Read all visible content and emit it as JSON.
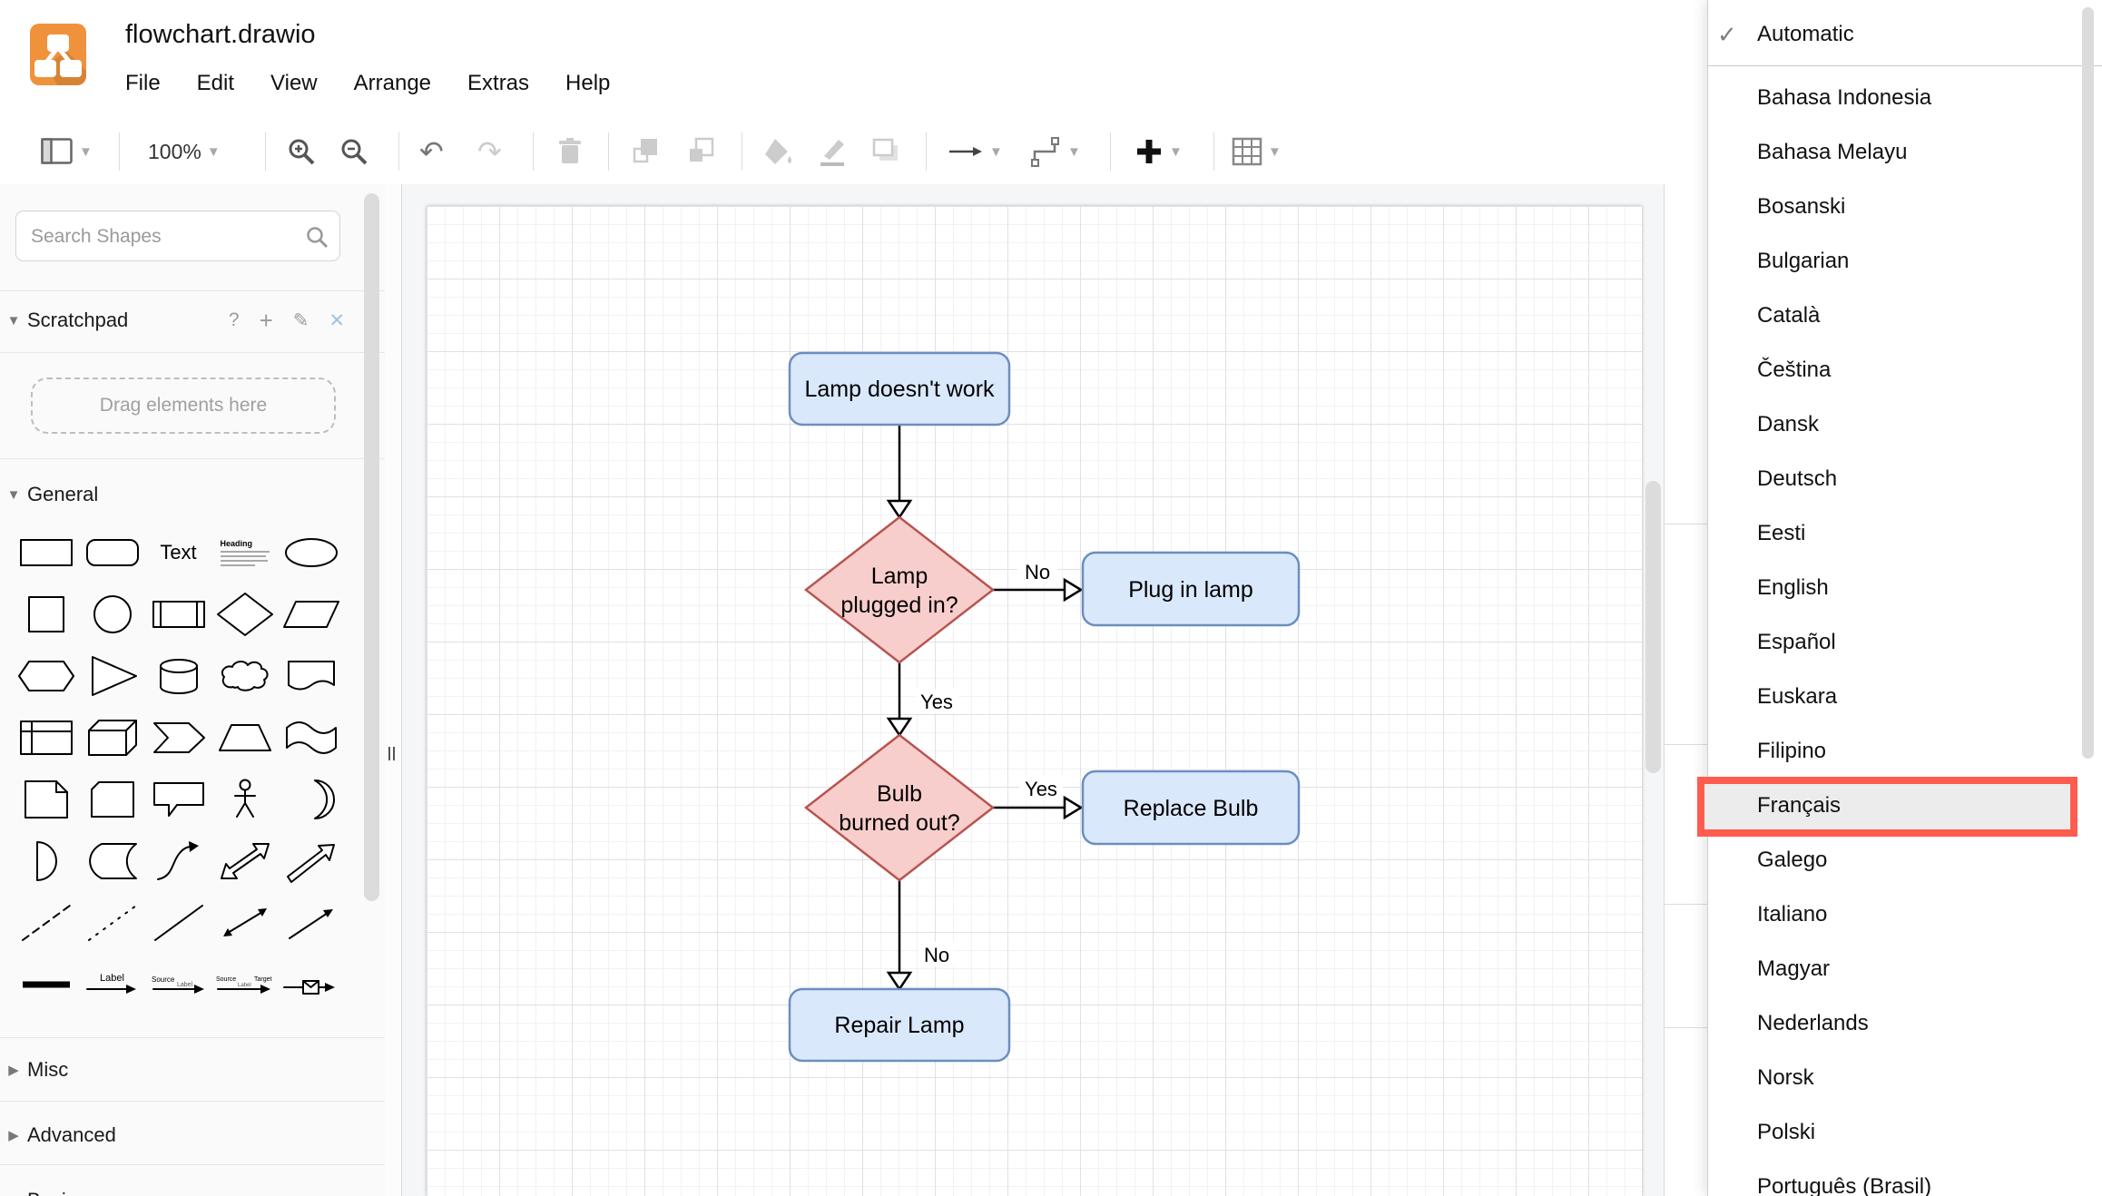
{
  "window": {
    "title": "flowchart.drawio"
  },
  "header": {
    "menus": [
      "File",
      "Edit",
      "View",
      "Arrange",
      "Extras",
      "Help"
    ]
  },
  "toolbar": {
    "zoom_level": "100%"
  },
  "sidebar": {
    "search_placeholder": "Search Shapes",
    "scratchpad_title": "Scratchpad",
    "scratchpad_hint": "Drag elements here",
    "scratchpad_icons": {
      "help": "?",
      "add": "+",
      "edit": "✎",
      "close": "✕"
    },
    "sections": [
      "General",
      "Misc",
      "Advanced",
      "Basic"
    ],
    "palette_labels": {
      "text": "Text",
      "heading": "Heading",
      "edge_label": "Label",
      "edge_source": "Source",
      "edge_target": "Target"
    }
  },
  "flowchart": {
    "nodes": [
      {
        "id": "start",
        "label": "Lamp doesn't work",
        "shape": "rounded-rectangle",
        "fill": "#dae8fc",
        "stroke": "#6c8ebf"
      },
      {
        "id": "q1",
        "label": "Lamp plugged in?",
        "line1": "Lamp",
        "line2": "plugged in?",
        "shape": "diamond",
        "fill": "#f8cecc",
        "stroke": "#b85450"
      },
      {
        "id": "plug",
        "label": "Plug in lamp",
        "shape": "rounded-rectangle",
        "fill": "#dae8fc",
        "stroke": "#6c8ebf"
      },
      {
        "id": "q2",
        "label": "Bulb burned out?",
        "line1": "Bulb",
        "line2": "burned out?",
        "shape": "diamond",
        "fill": "#f8cecc",
        "stroke": "#b85450"
      },
      {
        "id": "replace",
        "label": "Replace Bulb",
        "shape": "rounded-rectangle",
        "fill": "#dae8fc",
        "stroke": "#6c8ebf"
      },
      {
        "id": "repair",
        "label": "Repair Lamp",
        "shape": "rounded-rectangle",
        "fill": "#dae8fc",
        "stroke": "#6c8ebf"
      }
    ],
    "edges": [
      {
        "from": "start",
        "to": "q1",
        "label": ""
      },
      {
        "from": "q1",
        "to": "plug",
        "label": "No"
      },
      {
        "from": "q1",
        "to": "q2",
        "label": "Yes"
      },
      {
        "from": "q2",
        "to": "replace",
        "label": "Yes"
      },
      {
        "from": "q2",
        "to": "repair",
        "label": "No"
      }
    ]
  },
  "language_menu": {
    "check_icon": "✓",
    "selected": "Automatic",
    "items": [
      "Bahasa Indonesia",
      "Bahasa Melayu",
      "Bosanski",
      "Bulgarian",
      "Català",
      "Čeština",
      "Dansk",
      "Deutsch",
      "Eesti",
      "English",
      "Español",
      "Euskara",
      "Filipino",
      "Français",
      "Galego",
      "Italiano",
      "Magyar",
      "Nederlands",
      "Norsk",
      "Polski",
      "Português (Brasil)"
    ],
    "highlighted_item": "Français"
  },
  "colors": {
    "node_blue_fill": "#dae8fc",
    "node_blue_stroke": "#6c8ebf",
    "node_red_fill": "#f8cecc",
    "node_red_stroke": "#b85450",
    "highlight_red": "#ff5c50",
    "logo_orange": "#f0923b"
  }
}
